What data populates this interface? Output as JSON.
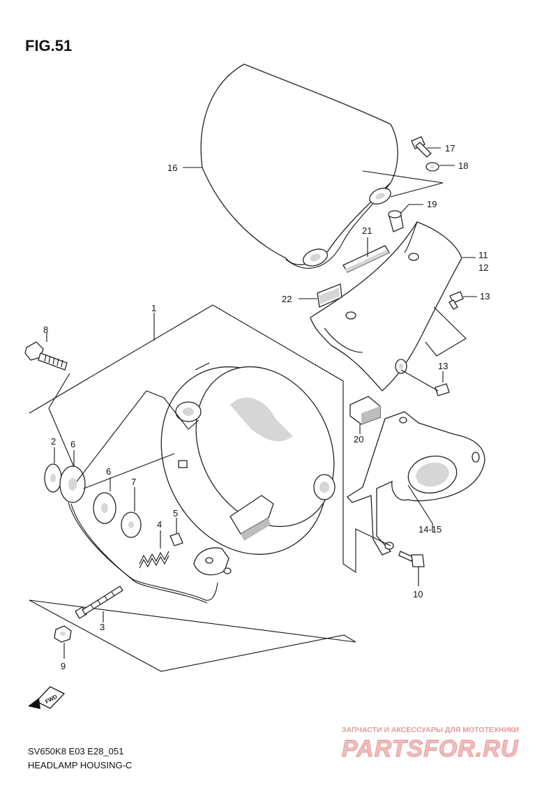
{
  "figure": {
    "title": "FIG.51",
    "model_code": "SV650K8 E03 E28_051",
    "caption": "HEADLAMP HOUSING-C",
    "fwd_label": "FWD"
  },
  "callouts": {
    "c1": "1",
    "c2": "2",
    "c3": "3",
    "c4": "4",
    "c5": "5",
    "c6a": "6",
    "c6b": "6",
    "c7": "7",
    "c8": "8",
    "c9": "9",
    "c10": "10",
    "c11": "11",
    "c12": "12",
    "c13a": "13",
    "c13b": "13",
    "c14_15": "14-15",
    "c16": "16",
    "c17": "17",
    "c18": "18",
    "c19": "19",
    "c20": "20",
    "c21": "21",
    "c22": "22"
  },
  "watermark": {
    "tagline": "ЗАПЧАСТИ И АКСЕССУАРЫ ДЛЯ МОТОТЕХНИКИ",
    "brand": "PARTSFOR.RU",
    "color": "#e8a8a8"
  }
}
